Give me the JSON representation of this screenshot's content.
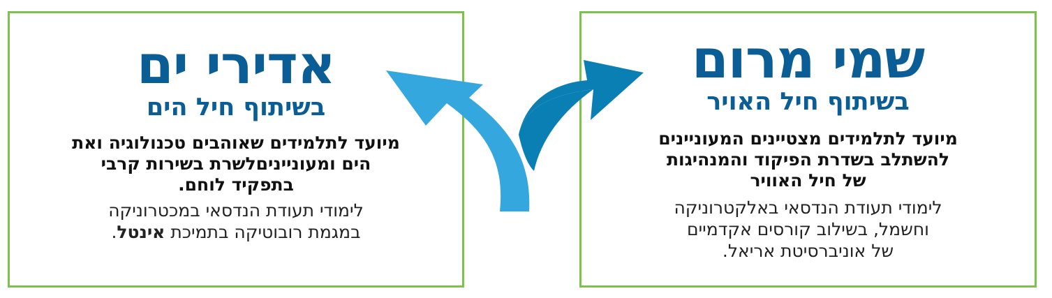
{
  "left_panel": {
    "title": "אדירי ים",
    "subtitle": "בשיתוף חיל הים",
    "bold_lines": [
      "מיועד לתלמידים שאוהבים טכנולוגיה ואת",
      "הים ומעונייניםלשרת בשירות קרבי",
      "בתפקיד לוחם."
    ],
    "body_line_1": "לימודי תעודת הנדסאי במכטרוניקה",
    "body_line_2_prefix": "במגמת רובוטיקה בתמיכת ",
    "body_line_2_brand": "אינטל",
    "body_line_2_suffix": "."
  },
  "right_panel": {
    "title": "שמי מרום",
    "subtitle": "בשיתוף חיל האויר",
    "bold_lines": [
      "מיועד לתלמידים מצטיינים המעוניינים",
      "להשתלב בשדרת הפיקוד והמנהיגות",
      "של חיל האוויר"
    ],
    "body_lines": [
      "לימודי תעודת הנדסאי באלקטרוניקה",
      "וחשמל, בשילוב קורסים אקדמיים",
      "של אוניברסיטת אריאל."
    ]
  },
  "colors": {
    "border": "#7cc24c",
    "heading": "#0b5e95",
    "arrow_left": "#34a8de",
    "arrow_right": "#0a7fb4"
  },
  "icons": [
    "curved-arrow-left-icon",
    "curved-arrow-right-icon"
  ]
}
